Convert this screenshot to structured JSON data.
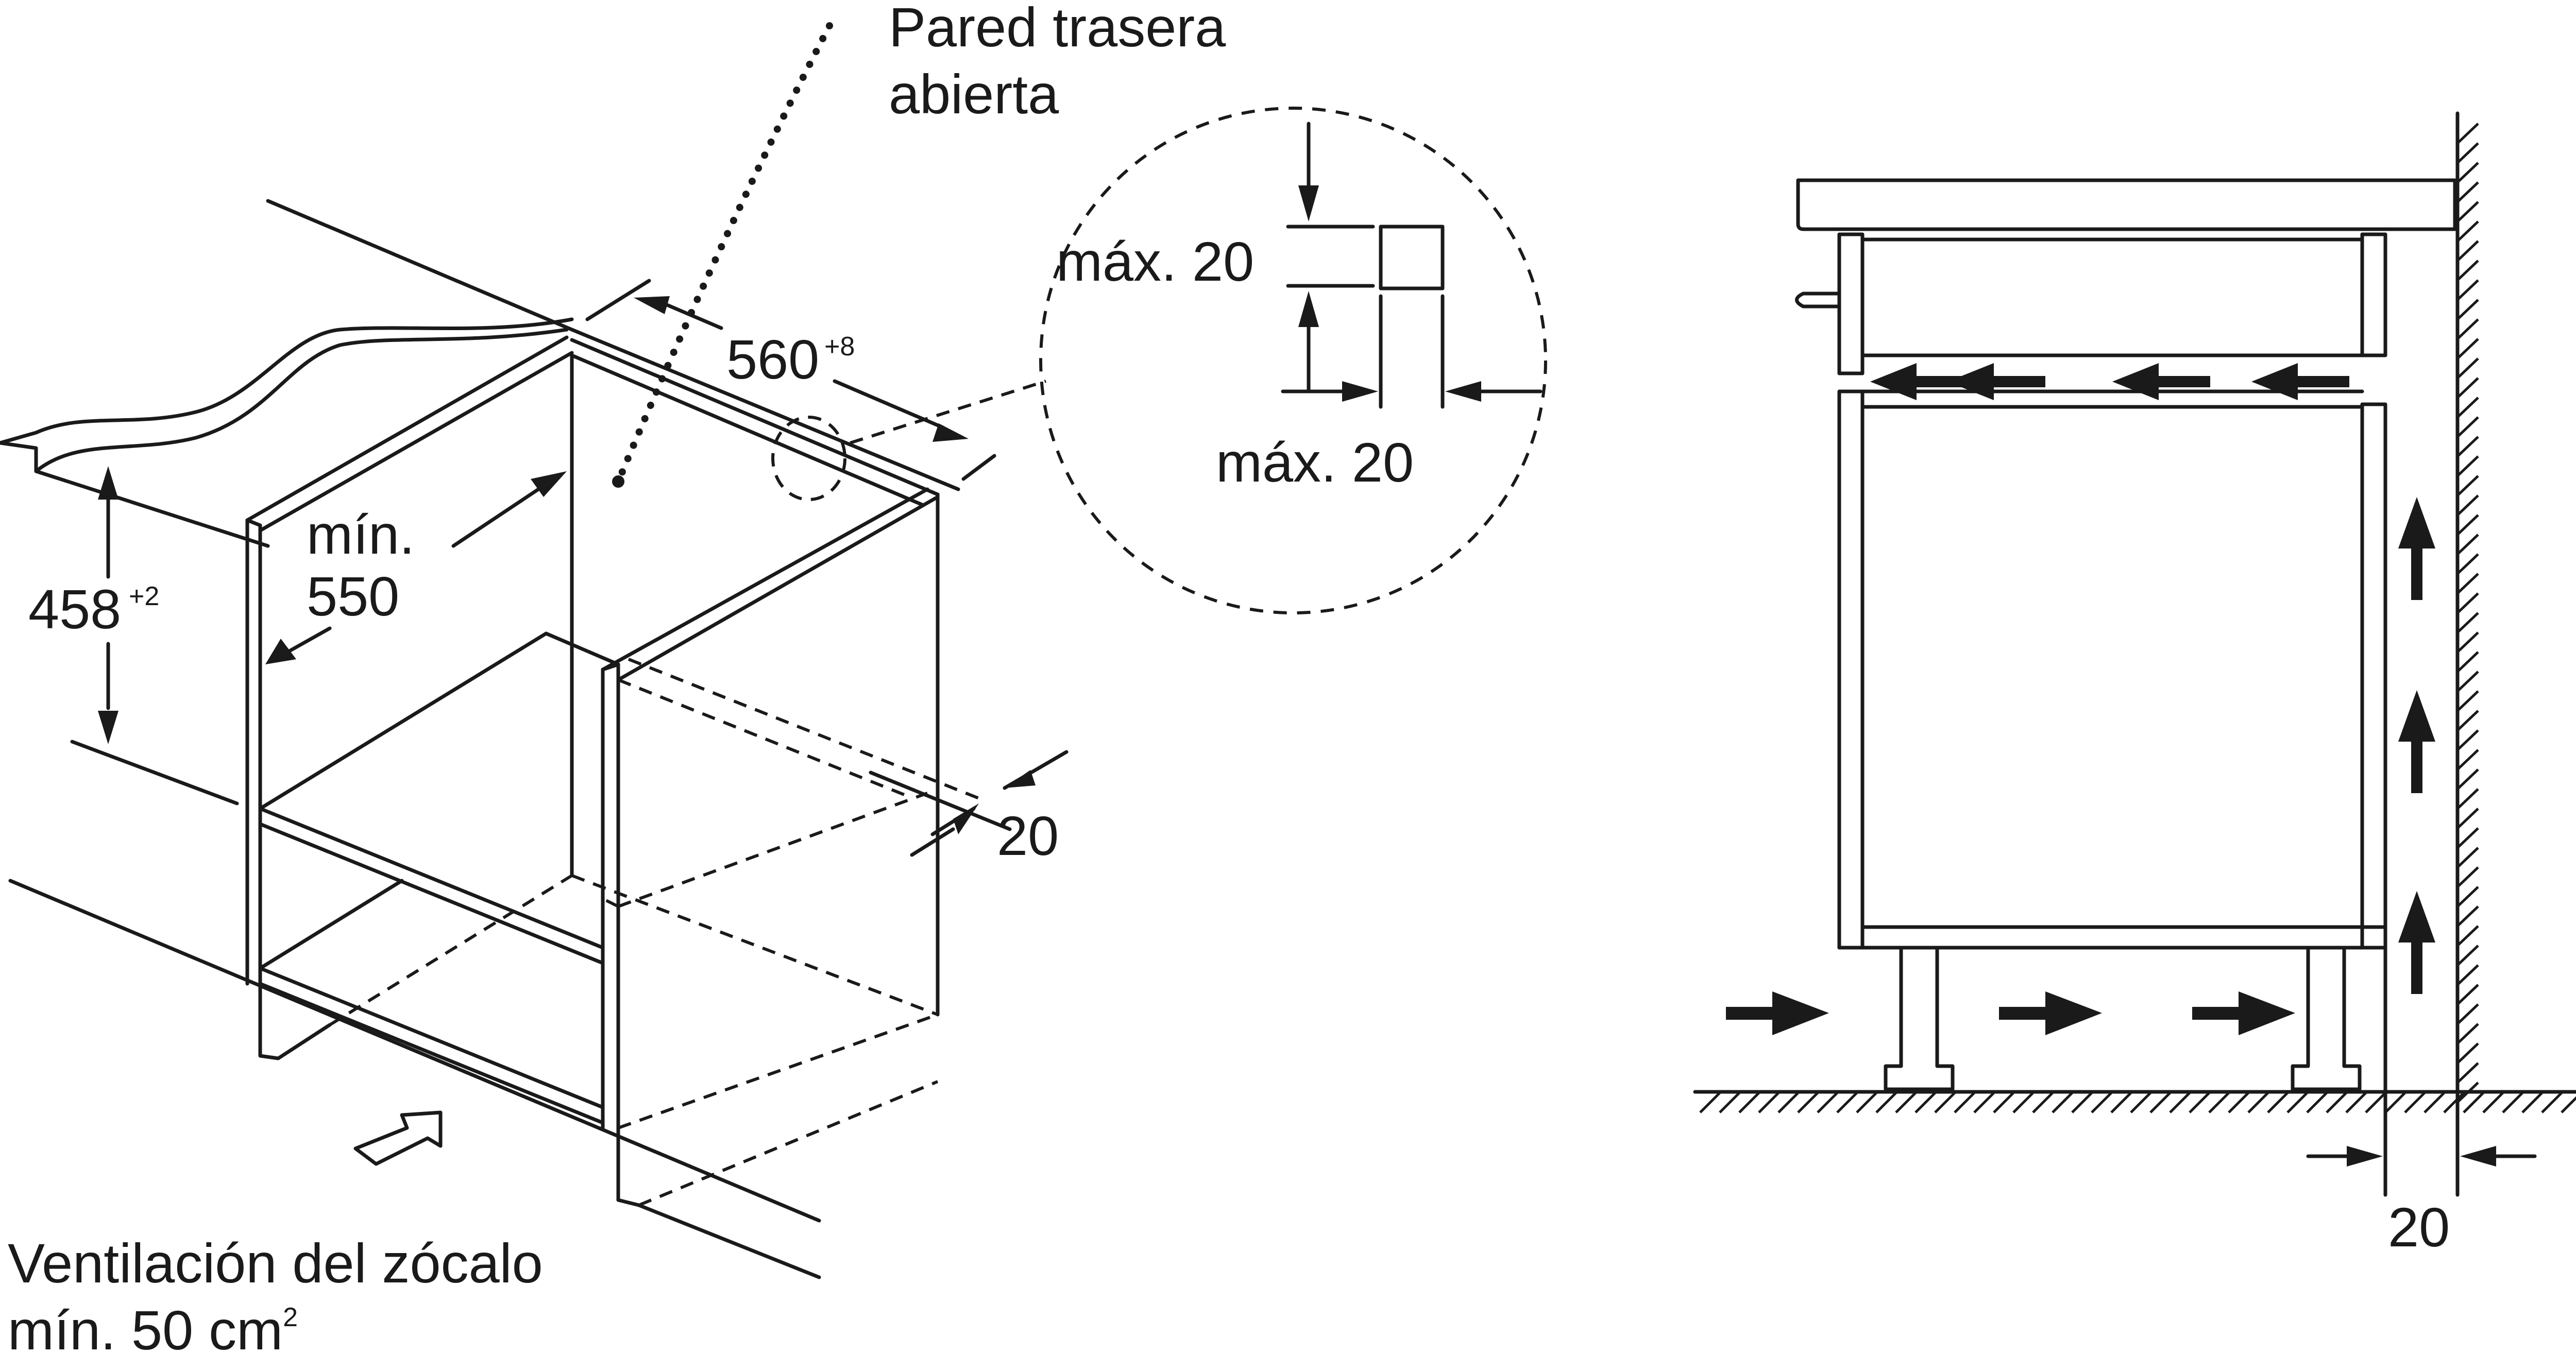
{
  "left_view": {
    "rear_wall_label_line1": "Pared trasera",
    "rear_wall_label_line2": "abierta",
    "width_value": "560",
    "width_tolerance": "+8",
    "depth_label_line1": "mín.",
    "depth_label_line2": "550",
    "height_value": "458",
    "height_tolerance": "+2",
    "side_gap_value": "20",
    "plinth_vent_line1": "Ventilación del zócalo",
    "plinth_vent_line2_prefix": "mín. 50 cm",
    "plinth_vent_line2_exp": "2"
  },
  "detail_view": {
    "max_vertical_label": "máx. 20",
    "max_horizontal_label": "máx. 20"
  },
  "right_view": {
    "wall_gap_value": "20",
    "airflow_direction_icons": [
      "arrow-right-icon",
      "arrow-left-icon",
      "arrow-up-icon"
    ]
  },
  "colors": {
    "ink": "#1a1a1a",
    "background": "#ffffff"
  }
}
